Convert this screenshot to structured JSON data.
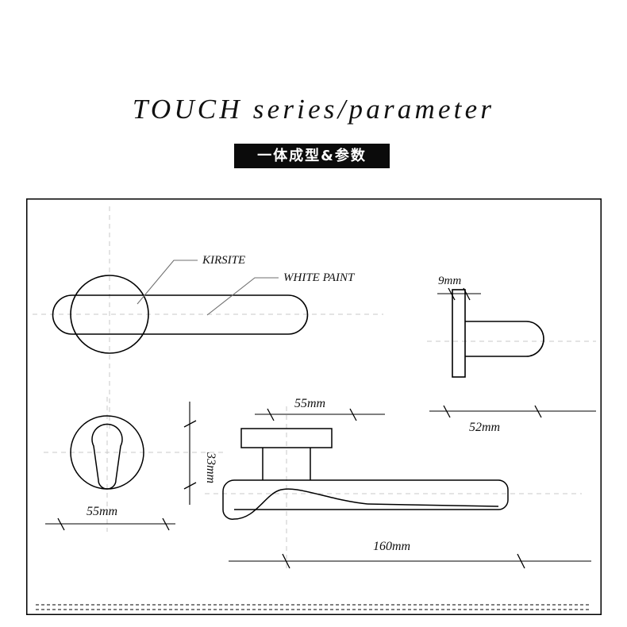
{
  "header": {
    "title": "TOUCH series/parameter",
    "banner_label": "一体成型&参数"
  },
  "sheet": {
    "frame_color": "#000000",
    "line_color": "#000000",
    "centerline_color": "#c9c9c9",
    "leader_color": "#6f6f6f",
    "background": "#ffffff"
  },
  "annotations": {
    "material_label": "KIRSITE",
    "finish_label": "WHITE PAINT"
  },
  "dimensions": {
    "rose_thickness": "9mm",
    "rose_projection": "52mm",
    "escutcheon_width": "55mm",
    "keyhole_height": "33mm",
    "rose_diameter": "55mm",
    "lever_length": "160mm"
  },
  "views": {
    "top_view_name": "handle-top-view",
    "side_view_name": "handle-side-view",
    "escutcheon_view_name": "escutcheon-front-view",
    "front_view_name": "handle-front-view"
  }
}
